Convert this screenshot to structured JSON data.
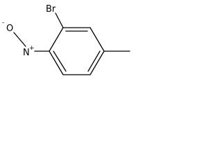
{
  "molecule": {
    "atoms": {
      "bromine": "Br",
      "nitro_nitrogen": "N",
      "nitro_nitrogen_charge": "+",
      "nitro_oxygen": "O",
      "nitro_oxygen_charge": "-"
    }
  },
  "colors": {
    "bond": "#000000",
    "label": "#000000",
    "background": "#ffffff"
  }
}
